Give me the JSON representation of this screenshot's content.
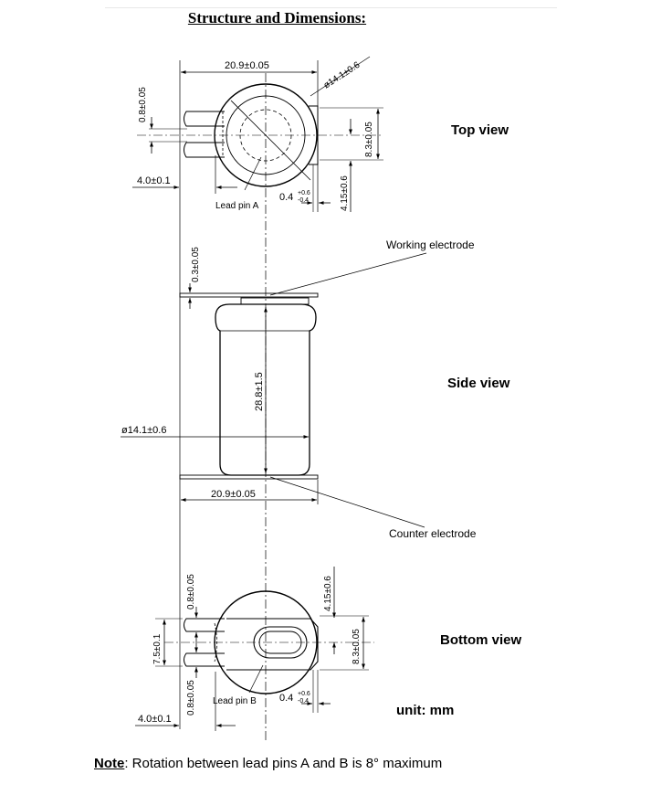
{
  "title": "Structure and Dimensions:",
  "views": {
    "top": "Top view",
    "side": "Side view",
    "bottom": "Bottom view"
  },
  "unit": "unit: mm",
  "note": {
    "label": "Note",
    "text": ": Rotation between lead pins A and B is 8° maximum"
  },
  "labels": {
    "working_electrode": "Working electrode",
    "counter_electrode": "Counter electrode",
    "lead_pin_a": "Lead pin A",
    "lead_pin_b": "Lead pin B"
  },
  "dimensions": {
    "top_width": "20.9±0.05",
    "top_diameter": "ø14.1±0.6",
    "top_pin_thickness": "0.8±0.05",
    "top_height": "8.3±0.05",
    "top_offset": "4.0±0.1",
    "top_pin_length": "4.15±0.6",
    "top_tol_base": "0.4",
    "top_tol_plus": "+0.6",
    "top_tol_minus": "-0.4",
    "side_tab_thickness": "0.3±0.05",
    "side_height": "28.8±1.5",
    "side_diameter": "ø14.1±0.6",
    "side_width": "20.9±0.05",
    "bottom_pin_thickness_upper": "0.8±0.05",
    "bottom_pin_thickness_lower": "0.8±0.05",
    "bottom_pin_spacing": "7.5±0.1",
    "bottom_pin_length": "4.15±0.6",
    "bottom_height": "8.3±0.05",
    "bottom_offset": "4.0±0.1",
    "bottom_tol_base": "0.4",
    "bottom_tol_plus": "+0.6",
    "bottom_tol_minus": "-0.4"
  }
}
